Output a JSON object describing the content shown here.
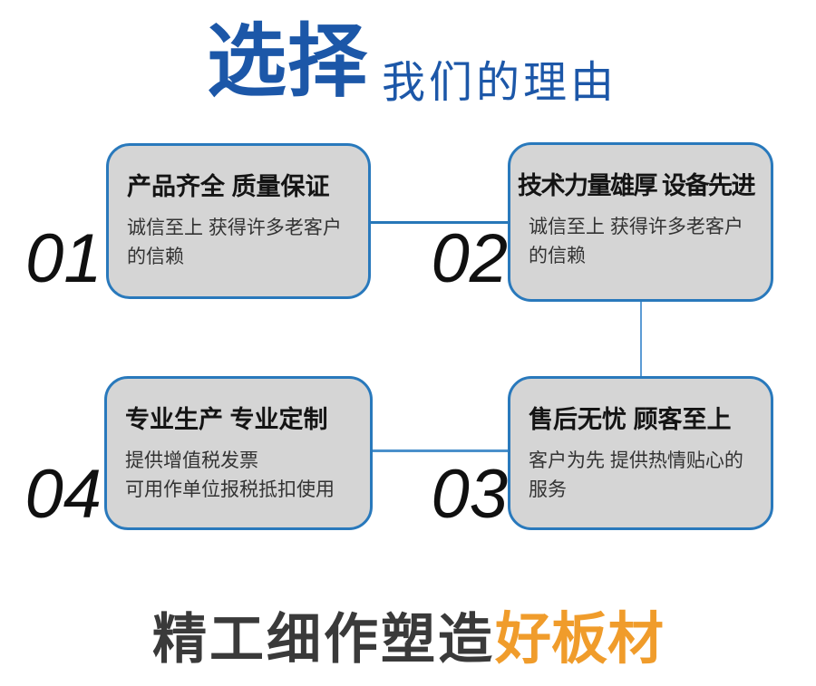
{
  "header": {
    "title_main": "选择",
    "title_sub": "我们的理由",
    "accent_color": "#1c57a8"
  },
  "cards": [
    {
      "number": "01",
      "title": "产品齐全 质量保证",
      "body": "诚信至上 获得许多老客户\n的信赖"
    },
    {
      "number": "02",
      "title": "技术力量雄厚 设备先进",
      "body": "诚信至上 获得许多老客户\n的信赖"
    },
    {
      "number": "03",
      "title": "售后无忧 顾客至上",
      "body": "客户为先 提供热情贴心的\n服务"
    },
    {
      "number": "04",
      "title": "专业生产 专业定制",
      "body": "提供增值税发票\n可用作单位报税抵扣使用"
    }
  ],
  "footer": {
    "text_dark": "精工细作塑造",
    "text_accent": "好板材",
    "accent_color": "#f09c2b"
  },
  "colors": {
    "card_fill": "#d5d5d5",
    "card_border": "#2979bc",
    "connector": "#2777b8",
    "number_color": "#101010",
    "background": "#ffffff"
  }
}
